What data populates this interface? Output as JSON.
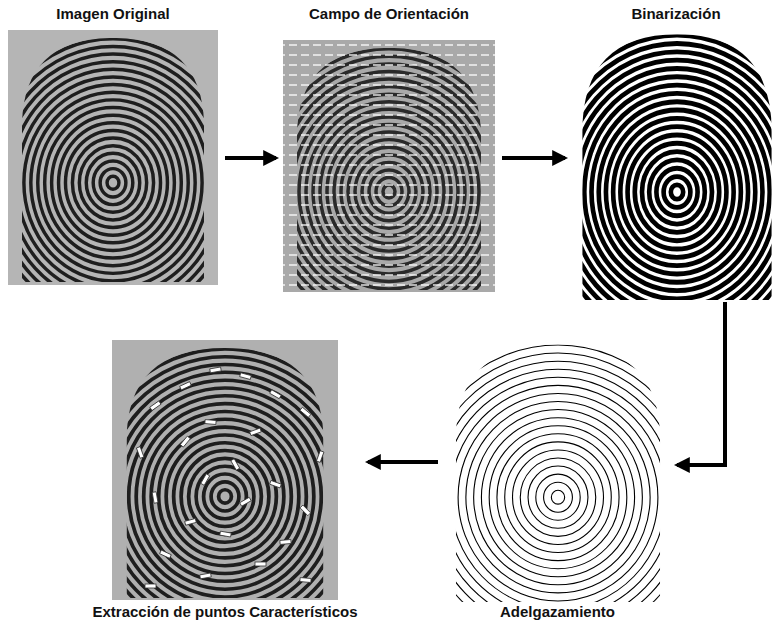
{
  "diagram": {
    "nodes": [
      {
        "text": [
          "Imagen Original"
        ]
      },
      {
        "text": [
          "Campo de Orientación"
        ]
      },
      {
        "text": [
          "Binarización"
        ]
      },
      {
        "text": [
          "Extracción de puntos Característicos"
        ]
      },
      {
        "text": [
          "Adelgazamiento"
        ]
      }
    ],
    "edges": [
      {
        "from": 0,
        "to": 1,
        "arrow": "to"
      },
      {
        "from": 1,
        "to": 2,
        "arrow": "to"
      },
      {
        "from": 2,
        "to": 4,
        "arrow": "to"
      },
      {
        "from": 4,
        "to": 3,
        "arrow": "to"
      }
    ]
  }
}
